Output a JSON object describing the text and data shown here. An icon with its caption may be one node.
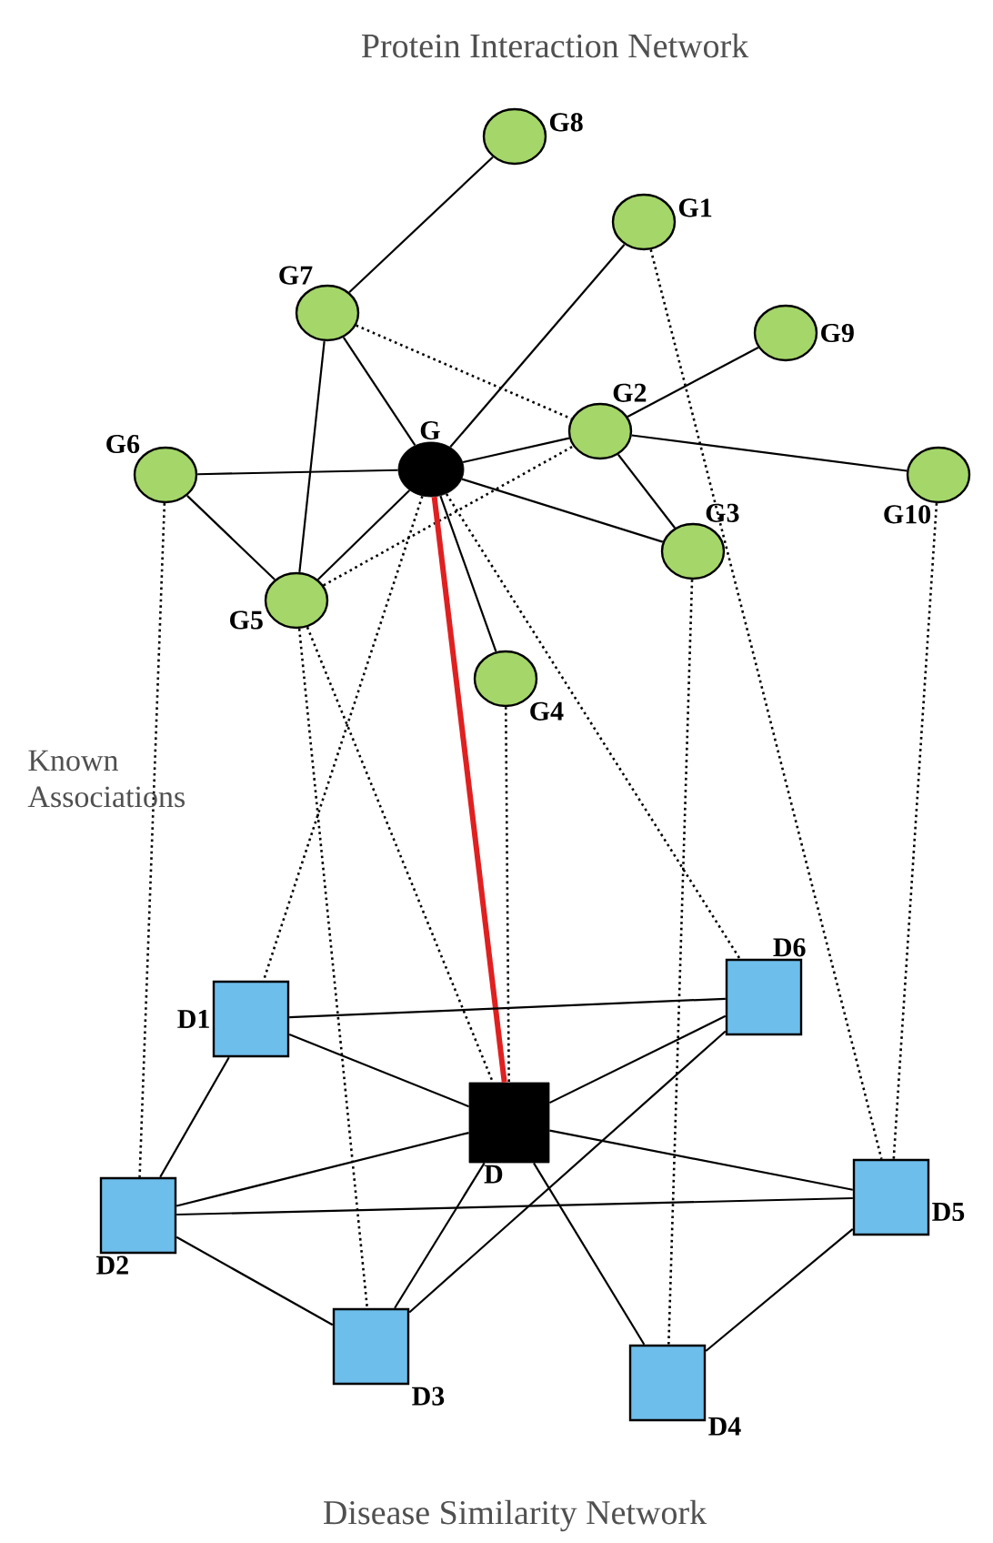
{
  "diagram": {
    "nodes": [
      {
        "text": [
          "G"
        ]
      },
      {
        "text": [
          "G1"
        ]
      },
      {
        "text": [
          "G2"
        ]
      },
      {
        "text": [
          "G3"
        ]
      },
      {
        "text": [
          "G4"
        ]
      },
      {
        "text": [
          "G5"
        ]
      },
      {
        "text": [
          "G6"
        ]
      },
      {
        "text": [
          "G7"
        ]
      },
      {
        "text": [
          "G8"
        ]
      },
      {
        "text": [
          "G9"
        ]
      },
      {
        "text": [
          "G10"
        ]
      },
      {
        "text": [
          "D"
        ]
      },
      {
        "text": [
          "D1"
        ]
      },
      {
        "text": [
          "D2"
        ]
      },
      {
        "text": [
          "D3"
        ]
      },
      {
        "text": [
          "D4"
        ]
      },
      {
        "text": [
          "D5"
        ]
      },
      {
        "text": [
          "D6"
        ]
      }
    ],
    "edges": [
      {
        "from": 8,
        "to": 7,
        "arrow": "none"
      },
      {
        "from": 1,
        "to": 0,
        "arrow": "none"
      },
      {
        "from": 7,
        "to": 0,
        "arrow": "none"
      },
      {
        "from": 7,
        "to": 5,
        "arrow": "none"
      },
      {
        "from": 9,
        "to": 2,
        "arrow": "none"
      },
      {
        "from": 6,
        "to": 0,
        "arrow": "none"
      },
      {
        "from": 6,
        "to": 5,
        "arrow": "none"
      },
      {
        "from": 0,
        "to": 2,
        "arrow": "none"
      },
      {
        "from": 2,
        "to": 10,
        "arrow": "none"
      },
      {
        "from": 2,
        "to": 3,
        "arrow": "none"
      },
      {
        "from": 0,
        "to": 3,
        "arrow": "none"
      },
      {
        "from": 0,
        "to": 5,
        "arrow": "none"
      },
      {
        "from": 0,
        "to": 4,
        "arrow": "none"
      },
      {
        "from": 7,
        "to": 2,
        "arrow": "none",
        "style": "dashed"
      },
      {
        "from": 5,
        "to": 2,
        "arrow": "none",
        "style": "dashed"
      },
      {
        "from": 0,
        "to": 11,
        "arrow": "none",
        "style": "thick",
        "color": "#e02020"
      },
      {
        "from": 6,
        "to": 13,
        "arrow": "none",
        "style": "dashed"
      },
      {
        "from": 5,
        "to": 14,
        "arrow": "none",
        "style": "dashed"
      },
      {
        "from": 5,
        "to": 11,
        "arrow": "none",
        "style": "dashed"
      },
      {
        "from": 0,
        "to": 12,
        "arrow": "none",
        "style": "dashed"
      },
      {
        "from": 4,
        "to": 11,
        "arrow": "none",
        "style": "dashed"
      },
      {
        "from": 0,
        "to": 17,
        "arrow": "none",
        "style": "dashed"
      },
      {
        "from": 3,
        "to": 15,
        "arrow": "none",
        "style": "dashed"
      },
      {
        "from": 1,
        "to": 16,
        "arrow": "none",
        "style": "dashed"
      },
      {
        "from": 10,
        "to": 16,
        "arrow": "none",
        "style": "dashed"
      },
      {
        "from": 12,
        "to": 17,
        "arrow": "none"
      },
      {
        "from": 12,
        "to": 11,
        "arrow": "none"
      },
      {
        "from": 12,
        "to": 13,
        "arrow": "none"
      },
      {
        "from": 13,
        "to": 11,
        "arrow": "none"
      },
      {
        "from": 13,
        "to": 16,
        "arrow": "none"
      },
      {
        "from": 13,
        "to": 14,
        "arrow": "none"
      },
      {
        "from": 14,
        "to": 11,
        "arrow": "none"
      },
      {
        "from": 14,
        "to": 17,
        "arrow": "none"
      },
      {
        "from": 17,
        "to": 11,
        "arrow": "none"
      },
      {
        "from": 11,
        "to": 16,
        "arrow": "none"
      },
      {
        "from": 11,
        "to": 15,
        "arrow": "none"
      },
      {
        "from": 15,
        "to": 16,
        "arrow": "none"
      }
    ],
    "labels": [
      "Protein Interaction Network",
      "Known Associations",
      "Disease Similarity Network"
    ]
  }
}
